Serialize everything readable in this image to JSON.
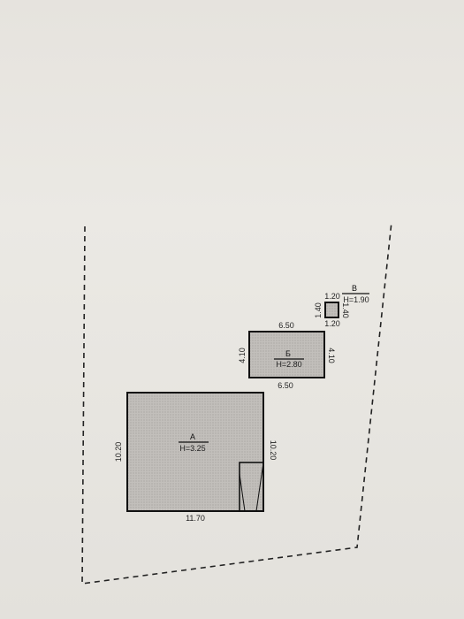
{
  "site": {
    "boundary_style": "dashed",
    "colors": {
      "building_fill": "#bdbab6",
      "outline": "#111111",
      "boundary": "#222222",
      "paper": "#e8e6e1"
    }
  },
  "buildings": {
    "a": {
      "label": "А",
      "height": "H=3.25",
      "width_dim": "11.70",
      "left_dim": "10.20",
      "right_dim": "10.20"
    },
    "b": {
      "label": "Б",
      "height": "H=2.80",
      "top_dim": "6.50",
      "bottom_dim": "6.50",
      "left_dim": "4.10",
      "right_dim": "4.10"
    },
    "v": {
      "label": "В",
      "height": "H=1.90",
      "top_dim": "1.20",
      "bottom_dim": "1.20",
      "left_dim": "1.40",
      "right_dim": "1.40"
    }
  }
}
